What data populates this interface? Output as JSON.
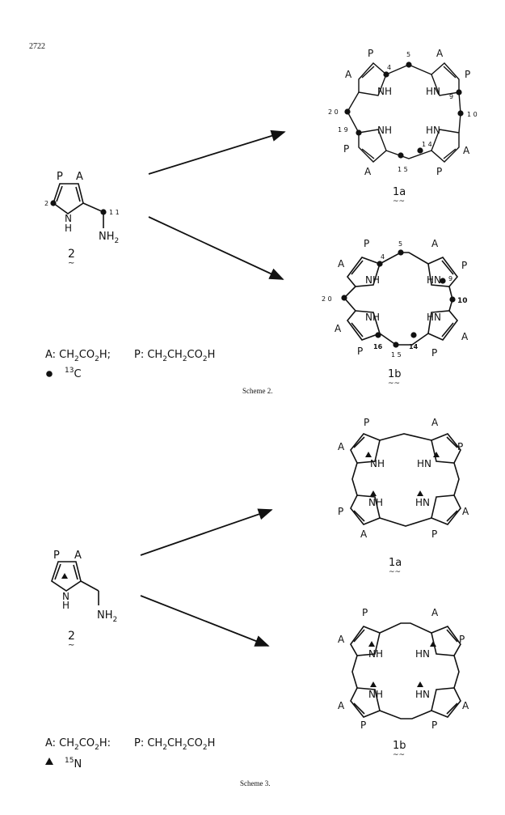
{
  "page_number": "2722",
  "scheme2": {
    "caption": "Scheme 2.",
    "start": {
      "label": "2",
      "sub_A": "A",
      "sub_P": "P",
      "nh": "N",
      "h": "H",
      "amine": "NH",
      "amine_sub": "2",
      "pos2": "2",
      "pos11": "1 1"
    },
    "product_a": {
      "label": "1a",
      "nh": "NH",
      "hn": "HN",
      "positions": {
        "p4": "4",
        "p5": "5",
        "p9": "9",
        "p10": "1 0",
        "p14": "1 4",
        "p15": "1 5",
        "p19": "1 9",
        "p20": "2 0"
      }
    },
    "product_b": {
      "label": "1b",
      "nh": "NH",
      "hn": "HN",
      "positions": {
        "p4": "4",
        "p5": "5",
        "p9": "9",
        "p10": "10",
        "p14": "14",
        "p15": "1 5",
        "p16": "16",
        "p20": "2 0"
      }
    },
    "legend": {
      "A_text": "A: CH",
      "A_sub1": "2",
      "A_text2": "CO",
      "A_sub2": "2",
      "A_text3": "H;",
      "P_text": "P: CH",
      "P_sub1": "2",
      "P_text2": "CH",
      "P_sub2": "2",
      "P_text3": "CO",
      "P_sub3": "2",
      "P_text4": "H",
      "isotope_sup": "13",
      "isotope_sym": "C"
    }
  },
  "scheme3": {
    "caption": "Scheme 3.",
    "start": {
      "label": "2",
      "sub_A": "A",
      "sub_P": "P",
      "nh": "N",
      "h": "H",
      "amine": "NH",
      "amine_sub": "2"
    },
    "product_a": {
      "label": "1a",
      "nh": "NH",
      "hn": "HN"
    },
    "product_b": {
      "label": "1b",
      "nh": "NH",
      "hn": "HN"
    },
    "legend": {
      "A_text": "A: CH",
      "A_sub1": "2",
      "A_text2": "CO",
      "A_sub2": "2",
      "A_text3": "H:",
      "P_text": "P: CH",
      "P_sub1": "2",
      "P_text2": "CH",
      "P_sub2": "2",
      "P_text3": "CO",
      "P_sub3": "2",
      "P_text4": "H",
      "isotope_sup": "15",
      "isotope_sym": "N"
    }
  },
  "substituent_labels": {
    "A": "A",
    "P": "P"
  }
}
